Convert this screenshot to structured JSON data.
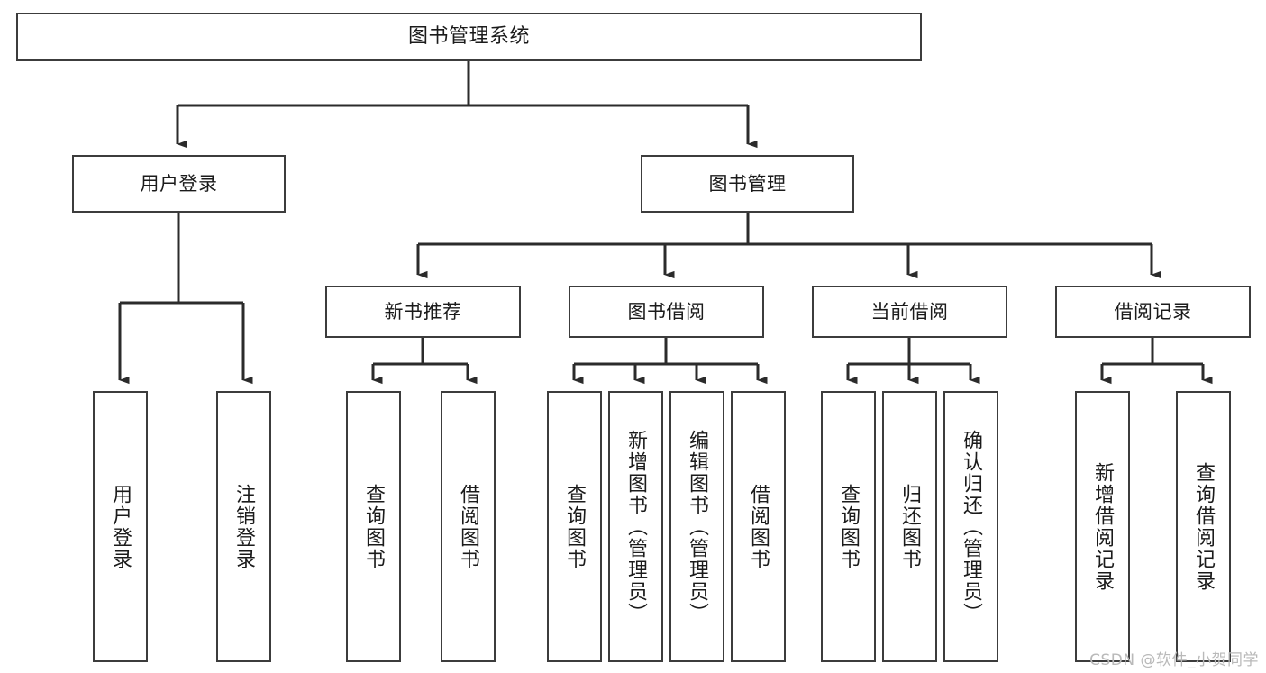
{
  "diagram": {
    "title": "图书管理系统",
    "type": "tree-hierarchy-functional-structure",
    "watermark": "CSDN @软件_小贺同学",
    "colors": {
      "background": "#ffffff",
      "box_border": "#3c3c3c",
      "box_fill": "#ffffff",
      "edge": "#2b2b2b",
      "text": "#1b1b1b",
      "watermark": "#b9b9b9"
    },
    "nodes": {
      "root": {
        "id": "root",
        "label": "图书管理系统",
        "level": 0
      },
      "level1": [
        {
          "id": "user-login",
          "label": "用户登录",
          "level": 1
        },
        {
          "id": "book-management",
          "label": "图书管理",
          "level": 1
        }
      ],
      "level2": [
        {
          "id": "new-book-recommend",
          "label": "新书推荐",
          "level": 2,
          "parent": "book-management"
        },
        {
          "id": "book-borrow",
          "label": "图书借阅",
          "level": 2,
          "parent": "book-management"
        },
        {
          "id": "current-borrow",
          "label": "当前借阅",
          "level": 2,
          "parent": "book-management"
        },
        {
          "id": "borrow-record",
          "label": "借阅记录",
          "level": 2,
          "parent": "book-management"
        }
      ],
      "leaves": [
        {
          "id": "leaf-user-login",
          "label": "用户登录",
          "parent": "user-login"
        },
        {
          "id": "leaf-logout-login",
          "label": "注销登录",
          "parent": "user-login"
        },
        {
          "id": "leaf-query-book-1",
          "label": "查询图书",
          "parent": "new-book-recommend"
        },
        {
          "id": "leaf-borrow-book-1",
          "label": "借阅图书",
          "parent": "new-book-recommend"
        },
        {
          "id": "leaf-query-book-2",
          "label": "查询图书",
          "parent": "book-borrow"
        },
        {
          "id": "leaf-add-book",
          "label": "新增图书（管理员）",
          "parent": "book-borrow"
        },
        {
          "id": "leaf-edit-book",
          "label": "编辑图书（管理员）",
          "parent": "book-borrow"
        },
        {
          "id": "leaf-borrow-book-2",
          "label": "借阅图书",
          "parent": "book-borrow"
        },
        {
          "id": "leaf-query-book-3",
          "label": "查询图书",
          "parent": "current-borrow"
        },
        {
          "id": "leaf-return-book",
          "label": "归还图书",
          "parent": "current-borrow"
        },
        {
          "id": "leaf-confirm-return",
          "label": "确认归还（管理员）",
          "parent": "current-borrow"
        },
        {
          "id": "leaf-add-record",
          "label": "新增借阅记录",
          "parent": "borrow-record"
        },
        {
          "id": "leaf-query-record",
          "label": "查询借阅记录",
          "parent": "borrow-record"
        }
      ]
    }
  }
}
